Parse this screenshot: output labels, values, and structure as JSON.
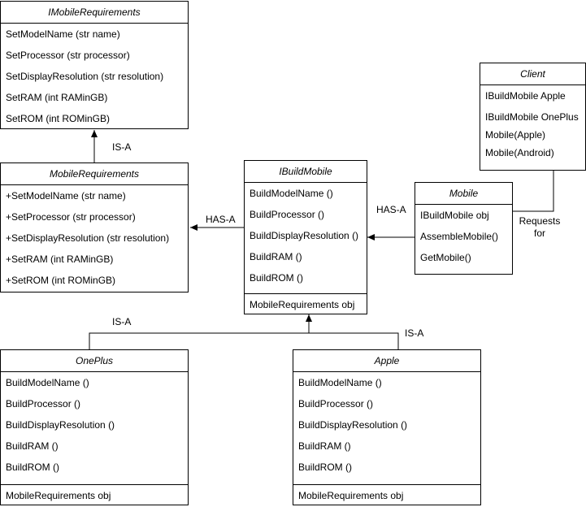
{
  "classes": {
    "imobile": {
      "title": "IMobileRequirements",
      "rows": [
        "SetModelName (str name)",
        "SetProcessor (str processor)",
        "SetDisplayResolution (str resolution)",
        "SetRAM (int RAMinGB)",
        "SetROM (int ROMinGB)"
      ]
    },
    "mobilereq": {
      "title": "MobileRequirements",
      "rows": [
        "+SetModelName (str name)",
        "+SetProcessor (str processor)",
        "+SetDisplayResolution (str resolution)",
        "+SetRAM (int RAMinGB)",
        "+SetROM (int ROMinGB)"
      ]
    },
    "ibuild": {
      "title": "IBuildMobile",
      "rows": [
        "BuildModelName ()",
        "BuildProcessor ()",
        "BuildDisplayResolution ()",
        "BuildRAM ()",
        "BuildROM ()"
      ],
      "field": "MobileRequirements obj"
    },
    "mobile": {
      "title": "Mobile",
      "rows": [
        "IBuildMobile obj",
        "AssembleMobile()",
        "GetMobile()"
      ]
    },
    "client": {
      "title": "Client",
      "rows": [
        "IBuildMobile Apple",
        "IBuildMobile OnePlus",
        "Mobile(Apple)",
        "Mobile(Android)"
      ]
    },
    "oneplus": {
      "title": "OnePlus",
      "rows": [
        "BuildModelName ()",
        "BuildProcessor ()",
        "BuildDisplayResolution ()",
        "BuildRAM ()",
        "BuildROM ()"
      ],
      "field": "MobileRequirements obj"
    },
    "apple": {
      "title": "Apple",
      "rows": [
        "BuildModelName ()",
        "BuildProcessor ()",
        "BuildDisplayResolution ()",
        "BuildRAM ()",
        "BuildROM ()"
      ],
      "field": "MobileRequirements obj"
    }
  },
  "labels": {
    "isa_top": "IS-A",
    "hasa_left": "HAS-A",
    "hasa_right": "HAS-A",
    "isa_oneplus": "IS-A",
    "isa_apple": "IS-A",
    "requests_line1": "Requests",
    "requests_line2": "for"
  }
}
